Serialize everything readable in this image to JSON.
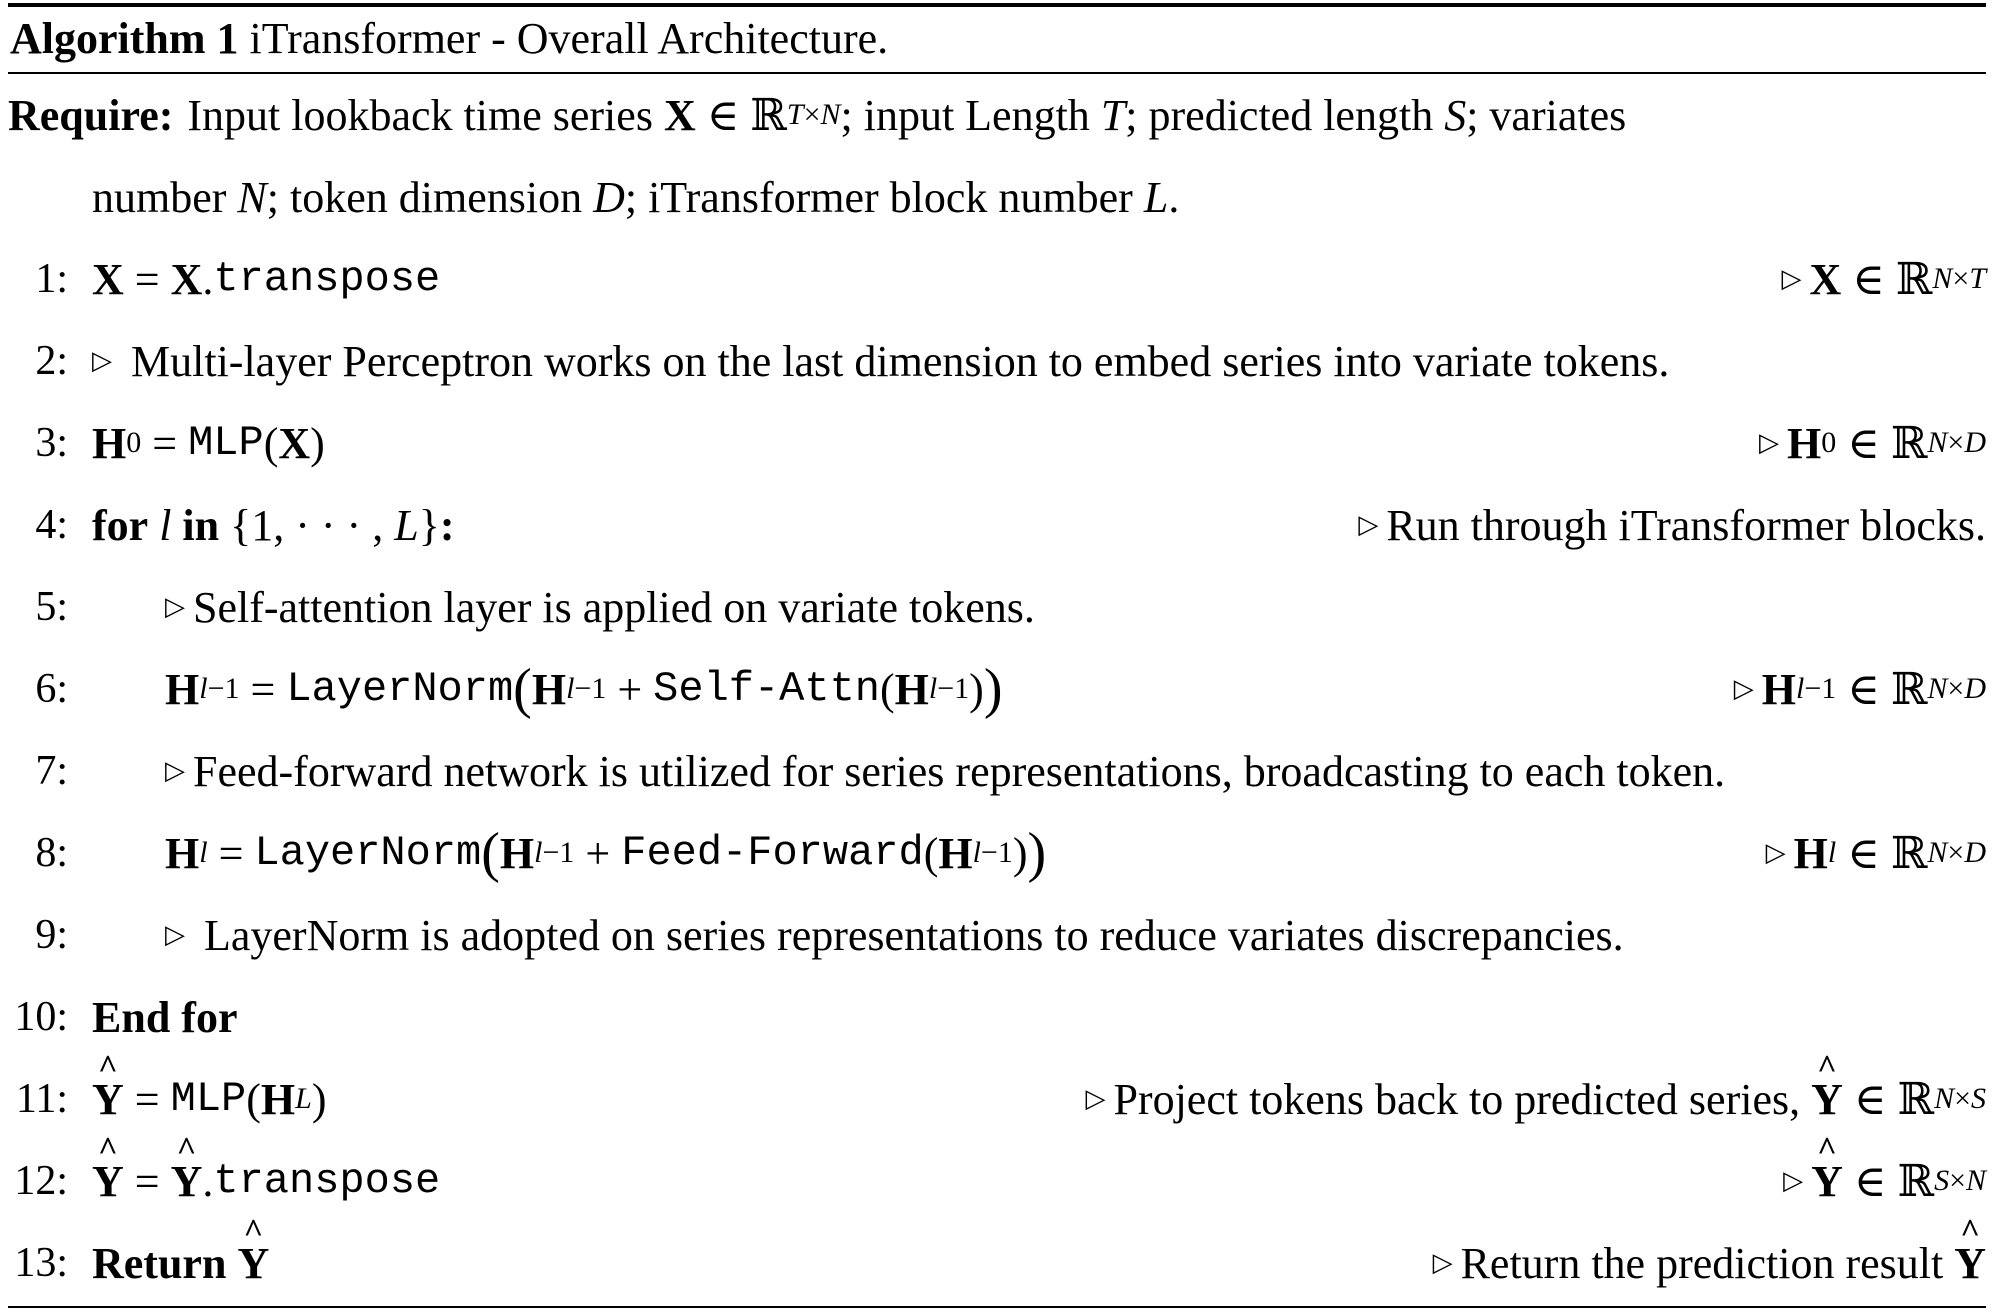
{
  "title": {
    "label": "Algorithm 1",
    "name": "iTransformer - Overall Architecture."
  },
  "require": {
    "keyword": "Require:",
    "part1": "Input lookback time series",
    "part2": "; input Length",
    "part3": "; predicted length",
    "part4": "; variates",
    "cont1": "number",
    "cont2": "; token dimension",
    "cont3": "; iTransformer block number",
    "cont4": "."
  },
  "steps": [
    {
      "no": "1:",
      "fn": "transpose"
    },
    {
      "no": "2:",
      "text": "Multi-layer Perceptron works on the last dimension to embed series into variate tokens."
    },
    {
      "no": "3:",
      "fn": "MLP"
    },
    {
      "no": "4:",
      "kw_for": "for",
      "kw_in": "in",
      "comment": "Run through iTransformer blocks."
    },
    {
      "no": "5:",
      "text": "Self-attention layer is applied on variate tokens."
    },
    {
      "no": "6:",
      "fn1": "LayerNorm",
      "fn2": "Self-Attn"
    },
    {
      "no": "7:",
      "text": "Feed-forward network is utilized for series representations, broadcasting to each token."
    },
    {
      "no": "8:",
      "fn1": "LayerNorm",
      "fn2": "Feed-Forward"
    },
    {
      "no": "9:",
      "text": "LayerNorm is adopted on series representations to reduce variates discrepancies."
    },
    {
      "no": "10:",
      "kw": "End for"
    },
    {
      "no": "11:",
      "fn": "MLP",
      "comment": "Project tokens back to predicted series,"
    },
    {
      "no": "12:",
      "fn": "transpose"
    },
    {
      "no": "13:",
      "kw": "Return",
      "comment": "Return the prediction result"
    }
  ]
}
